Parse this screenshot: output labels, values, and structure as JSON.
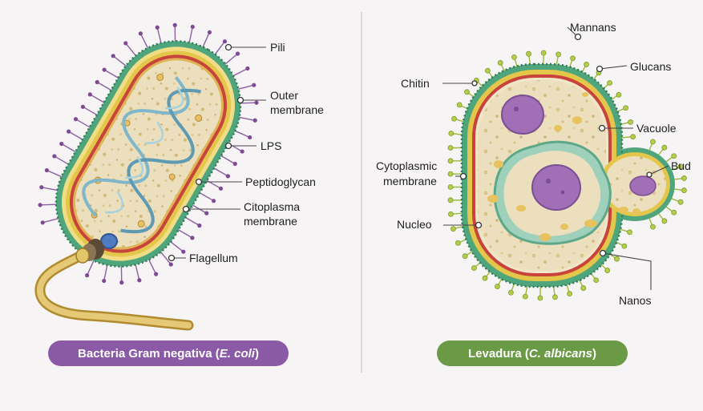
{
  "left_panel": {
    "labels": {
      "pili": "Pili",
      "outer_membrane_line1": "Outer",
      "outer_membrane_line2": "membrane",
      "lps": "LPS",
      "peptidoglycan": "Peptidoglycan",
      "citoplasma_line1": "Citoplasma",
      "citoplasma_line2": "membrane",
      "flagellum": "Flagellum"
    },
    "caption": {
      "main": "Bacteria Gram negativa (",
      "italic": "E. coli",
      "end": ")",
      "color": "#8a5aa6"
    }
  },
  "right_panel": {
    "labels": {
      "mannans": "Mannans",
      "glucans": "Glucans",
      "chitin": "Chitin",
      "vacuole": "Vacuole",
      "bud": "Bud",
      "cytoplasmic_line1": "Cytoplasmic",
      "cytoplasmic_line2": "membrane",
      "nucleo": "Nucleo",
      "nanos": "Nanos"
    },
    "caption": {
      "main": "Levadura (",
      "italic": "C. albicans",
      "end": ")",
      "color": "#6a9a45"
    }
  },
  "colors": {
    "background": "#f7f4f6",
    "outer_green": "#4fa67c",
    "yellow_layer": "#e3c64a",
    "red_layer": "#c8433c",
    "cytoplasm": "#eadcb8",
    "pili_purple": "#7e4a93",
    "mannan_green": "#a4c23f",
    "nucleus_purple": "#a06fb6",
    "dna_blue": "#7fb6c9",
    "flagellum_gold": "#d7b45a"
  }
}
